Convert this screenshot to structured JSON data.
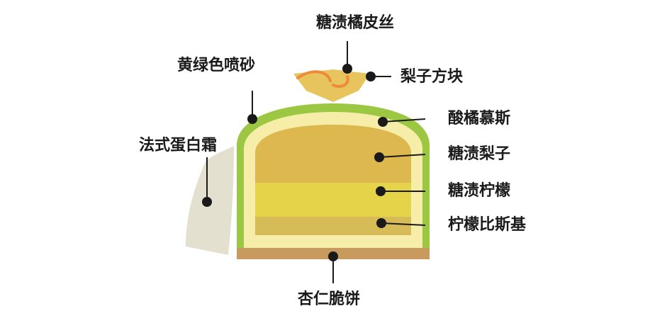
{
  "labels": {
    "candied_orange_peel": "糖渍橘皮丝",
    "pear_cubes": "梨子方块",
    "yellow_green_spray": "黄绿色喷砂",
    "sour_orange_mousse": "酸橘慕斯",
    "french_meringue": "法式蛋白霜",
    "candied_pear": "糖渍梨子",
    "candied_lemon": "糖渍柠檬",
    "lemon_biscuit": "柠檬比斯基",
    "almond_crisp": "杏仁脆饼"
  },
  "colors": {
    "spray_green": "#9BC743",
    "mousse_cream": "#F6EDA8",
    "candied_pear": "#DDB84E",
    "candied_lemon": "#E5D349",
    "lemon_biscuit": "#D7BB56",
    "almond_crisp": "#C99A5E",
    "meringue": "#E3E0D0",
    "pear_cube": "#E7C55C",
    "orange_peel": "#EE8A3C",
    "leader_dot": "#1a1a1a"
  }
}
